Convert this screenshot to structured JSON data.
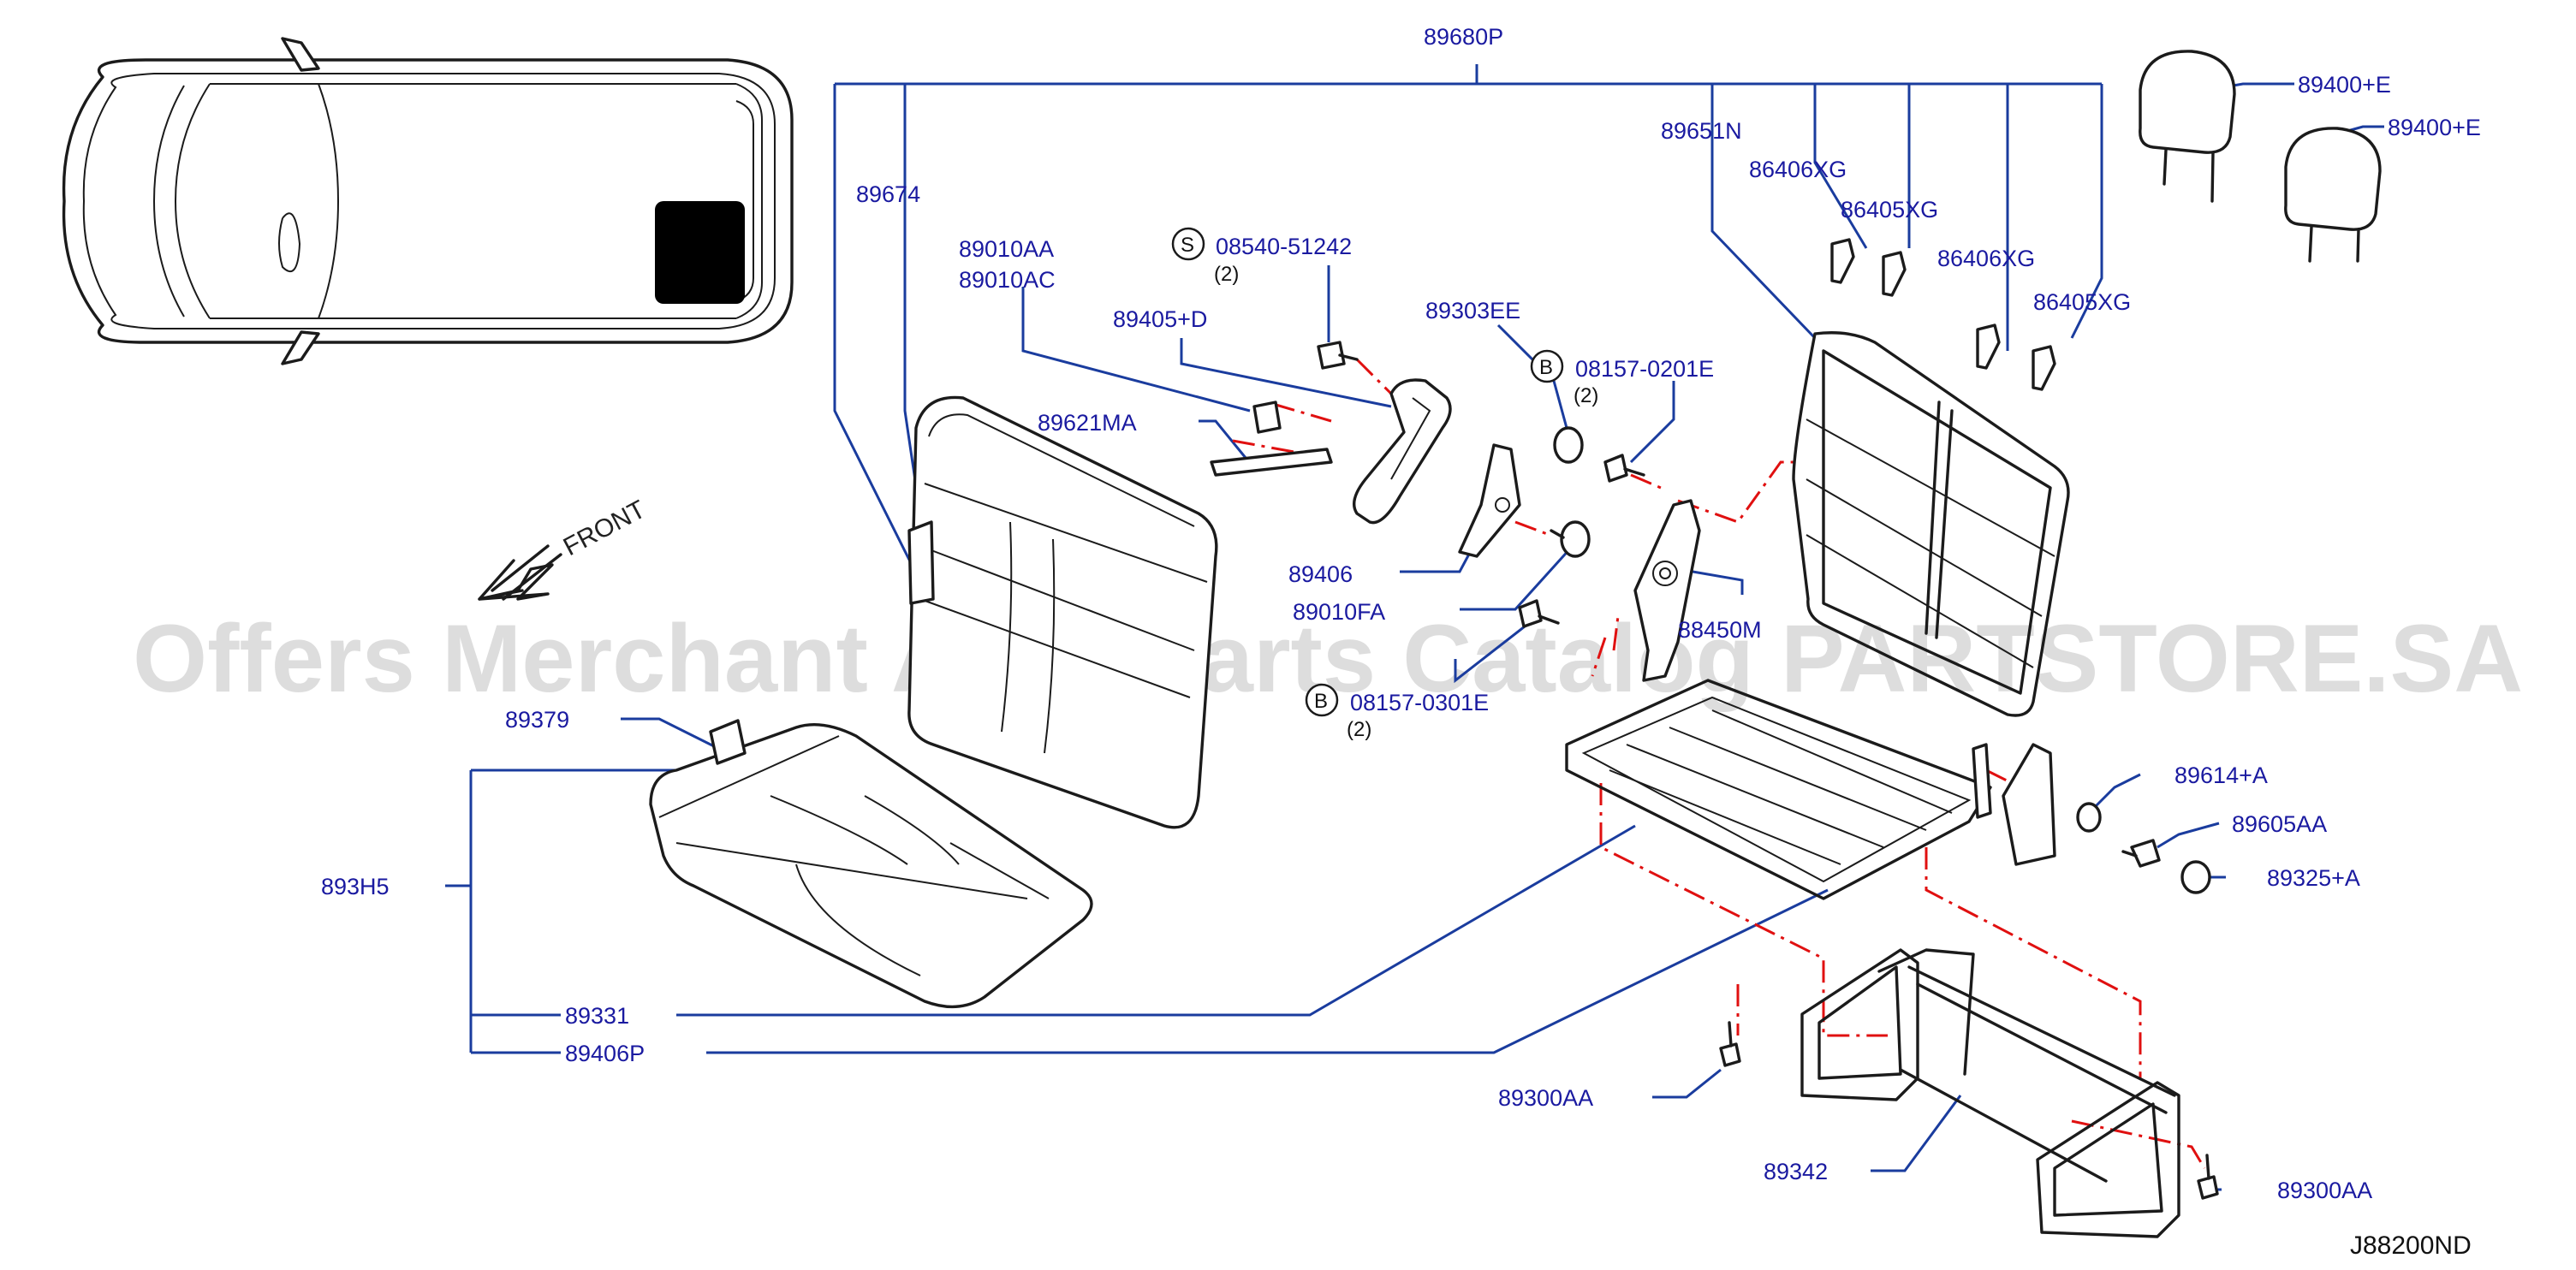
{
  "diagram_code": "J88200ND",
  "front_label": "FRONT",
  "watermark": "Offers Merchant Auto Parts Catalog PARTSTORE.SA",
  "parts": {
    "p89680P": "89680P",
    "p89674": "89674",
    "p89010AA": "89010AA",
    "p89010AC": "89010AC",
    "p89405D": "89405+D",
    "p89621MA": "89621MA",
    "p89406": "89406",
    "p89010FA": "89010FA",
    "p89303EE": "89303EE",
    "p89651N": "89651N",
    "p86406XG_1": "86406XG",
    "p86405XG_1": "86405XG",
    "p86406XG_2": "86406XG",
    "p86405XG_2": "86405XG",
    "p89400E_1": "89400+E",
    "p89400E_2": "89400+E",
    "p88450M": "88450M",
    "p89614A": "89614+A",
    "p89605AA": "89605AA",
    "p89325A": "89325+A",
    "p89379": "89379",
    "p893H5": "893H5",
    "p89331": "89331",
    "p89406P": "89406P",
    "p89300AA_1": "89300AA",
    "p89342": "89342",
    "p89300AA_2": "89300AA"
  },
  "fasteners": {
    "s_letter": "S",
    "s_code": "08540-51242",
    "s_qty": "(2)",
    "b1_letter": "B",
    "b1_code": "08157-0201E",
    "b1_qty": "(2)",
    "b2_letter": "B",
    "b2_code": "08157-0301E",
    "b2_qty": "(2)"
  },
  "colors": {
    "label": "#1a1aa0",
    "leader": "#1a3c9e",
    "phantom": "#e01010",
    "outline": "#1b1b1b"
  }
}
